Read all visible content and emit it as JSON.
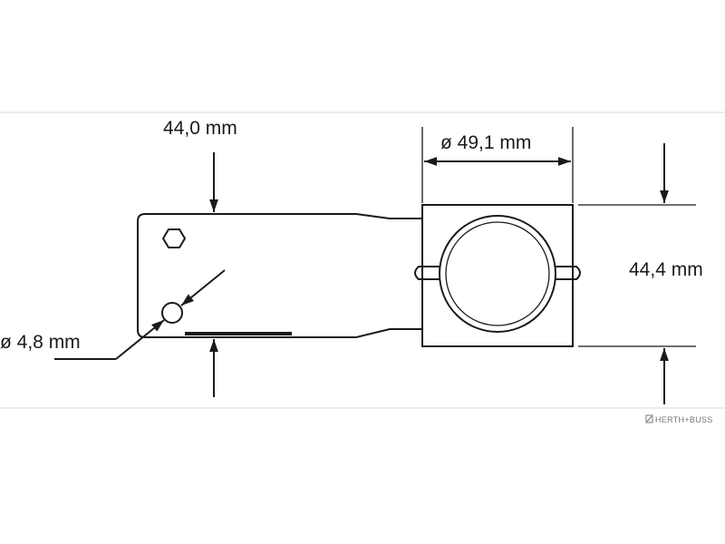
{
  "dimensions": {
    "length": "44,0 mm",
    "pipe_diameter": "ø 49,1 mm",
    "height": "44,4 mm",
    "hole_diameter": "ø 4,8 mm"
  },
  "brand": {
    "logo_text": "HERTH+BUSS"
  }
}
